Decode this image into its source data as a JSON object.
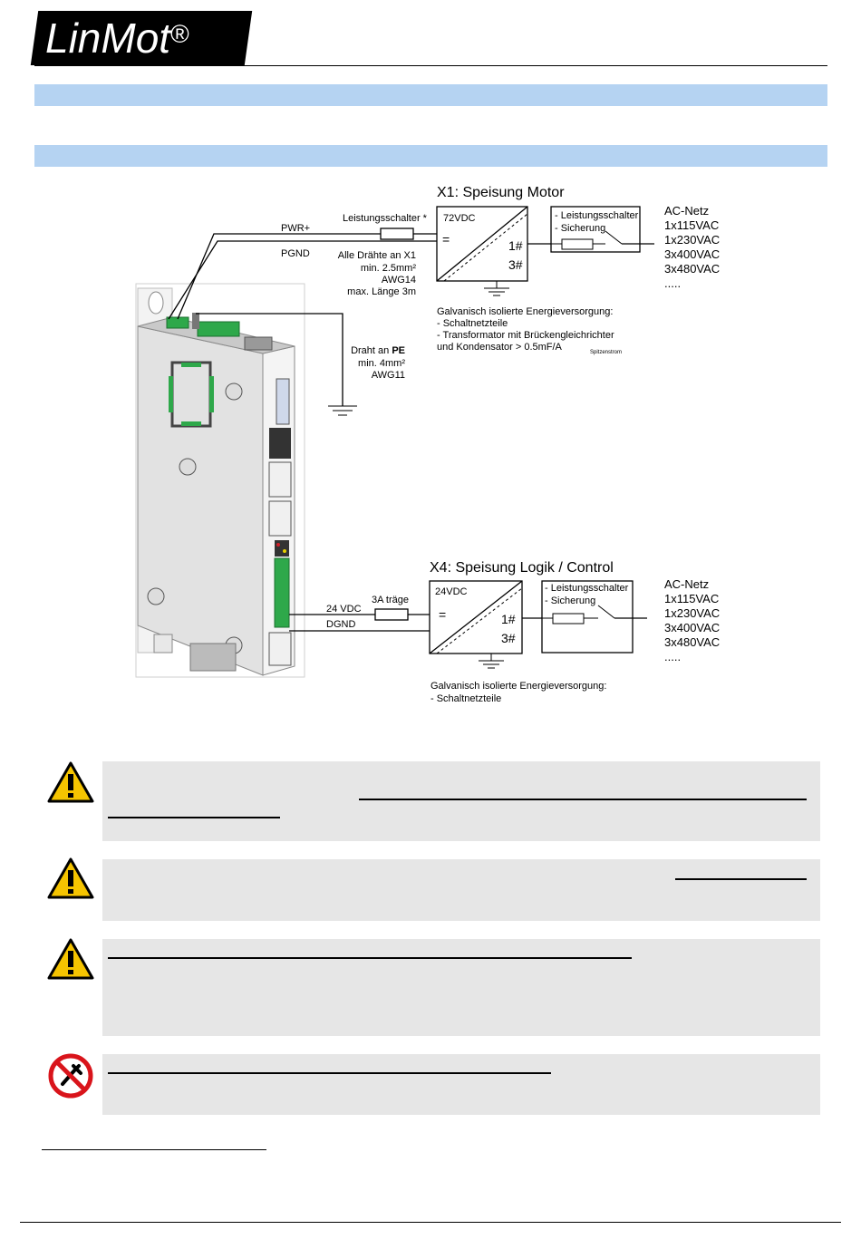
{
  "logo": {
    "text": "LinMot",
    "mark": "®"
  },
  "diagram": {
    "x1": {
      "title": "X1: Speisung Motor",
      "breaker_label": "Leistungsschalter *",
      "pwr_plus": "PWR+",
      "pgnd": "PGND",
      "wire_note": [
        "Alle Drähte an X1",
        "min. 2.5mm²",
        "AWG14",
        "max. Länge 3m"
      ],
      "supply_voltage": "72VDC",
      "dc_symbol": "=",
      "phase_1": "1#",
      "phase_3": "3#",
      "protection": [
        "- Leistungsschalter",
        "- Sicherung"
      ],
      "mains": [
        "AC-Netz",
        "1x115VAC",
        "1x230VAC",
        "3x400VAC",
        "3x480VAC",
        "....."
      ],
      "supply_note": [
        "Galvanisch isolierte Energieversorgung:",
        "- Schaltnetzteile",
        "- Transformator mit Brückengleichrichter",
        "und Kondensator > 0.5mF/A"
      ],
      "supply_note_sub": "Spitzenstrom"
    },
    "pe": {
      "line1": "Draht an ",
      "line1_bold": "PE",
      "line2": "min. 4mm²",
      "line3": "AWG11"
    },
    "x4": {
      "title": "X4: Speisung Logik / Control",
      "fuse_label": "3A träge",
      "v24": "24 VDC",
      "dgnd": "DGND",
      "supply_voltage": "24VDC",
      "dc_symbol": "=",
      "phase_1": "1#",
      "phase_3": "3#",
      "protection": [
        "- Leistungsschalter",
        "- Sicherung"
      ],
      "mains": [
        "AC-Netz",
        "1x115VAC",
        "1x230VAC",
        "3x400VAC",
        "3x480VAC",
        "....."
      ],
      "supply_note": [
        "Galvanisch isolierte Energieversorgung:",
        "- Schaltnetzteile"
      ]
    }
  },
  "colors": {
    "band": "#b5d3f2",
    "warning_yellow": "#f5c400",
    "prohibit_red": "#d9141b",
    "box_gray": "#e6e6e6",
    "terminal_green": "#2ea84a"
  },
  "icons": [
    "warning-triangle-icon",
    "warning-triangle-icon",
    "warning-triangle-icon",
    "no-tools-icon"
  ]
}
